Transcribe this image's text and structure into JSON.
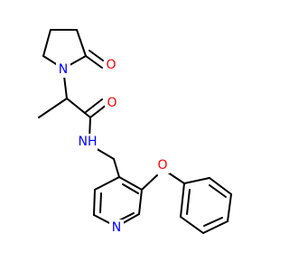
{
  "molecule": {
    "atoms": {
      "o_lactam": {
        "label": "O",
        "color": "#ff0000"
      },
      "n_ring": {
        "label": "N",
        "color": "#0000ff"
      },
      "o_amide": {
        "label": "O",
        "color": "#ff0000"
      },
      "n_amide": {
        "label": "NH",
        "color": "#0000ff"
      },
      "n_pyridine": {
        "label": "N",
        "color": "#0000ff"
      },
      "o_ether": {
        "label": "O",
        "color": "#ff0000"
      }
    },
    "bond_color": "#000000"
  }
}
